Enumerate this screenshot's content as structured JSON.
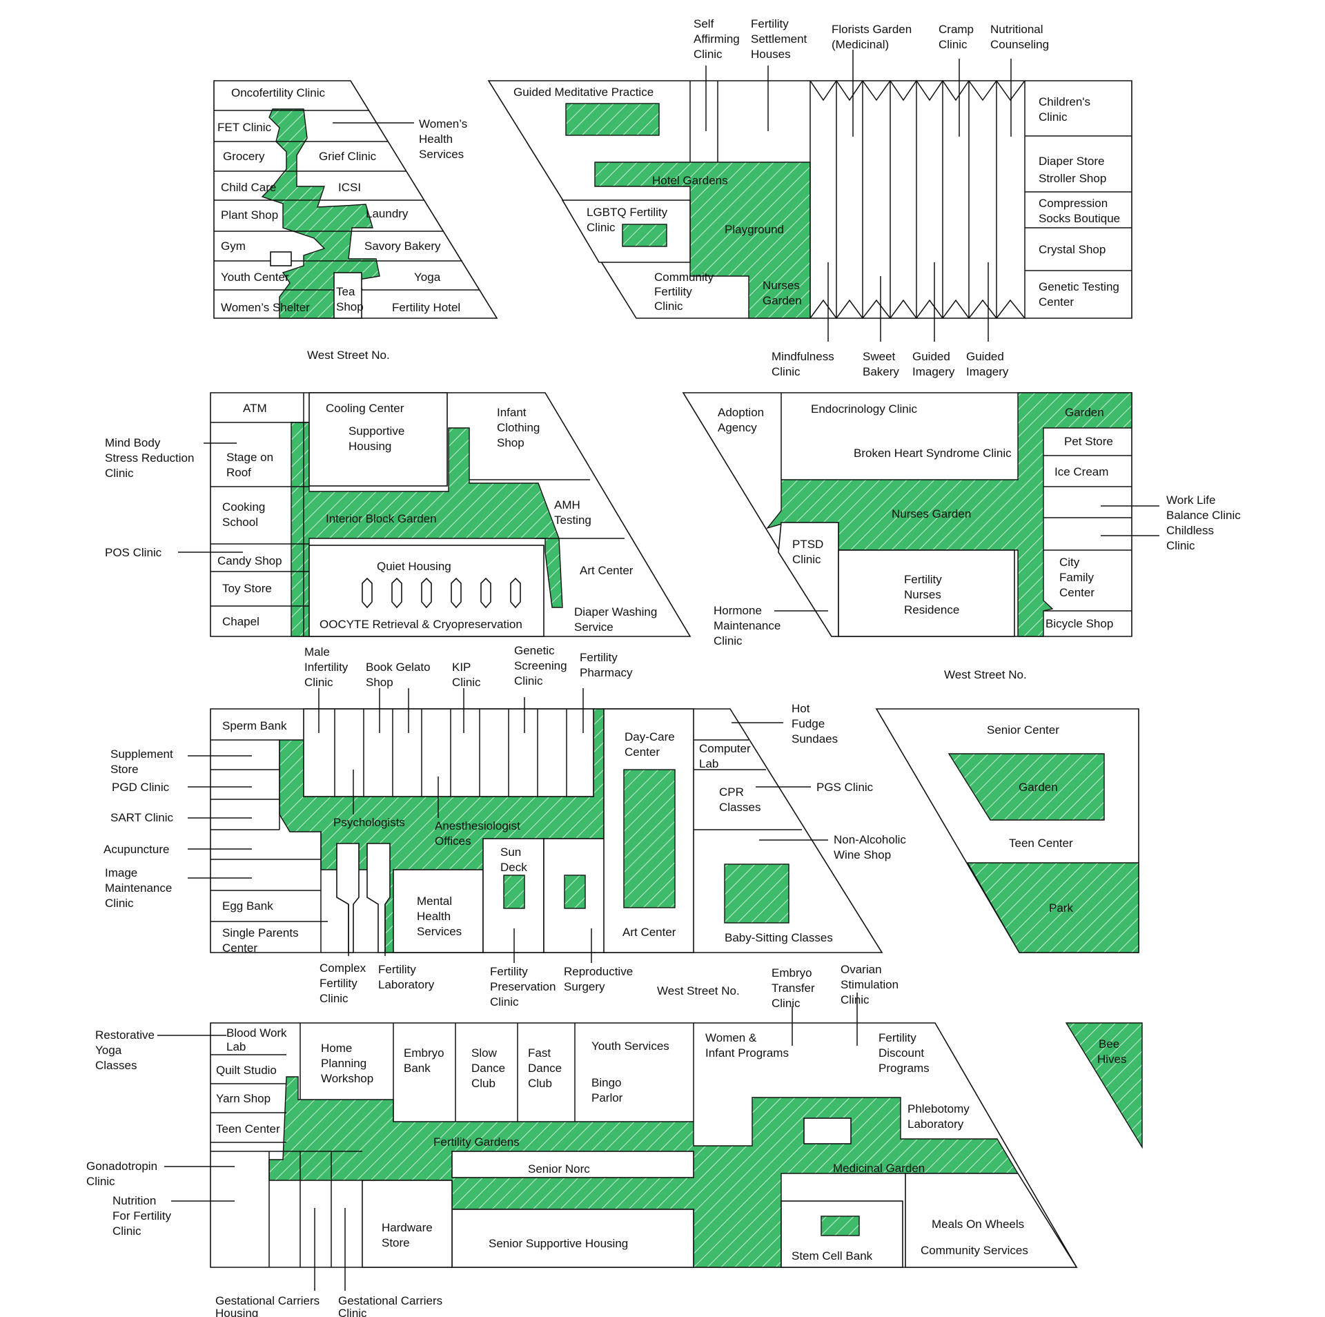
{
  "colors": {
    "garden": "#3dbb6a",
    "outline": "#111111",
    "background": "#ffffff"
  },
  "labels": {
    "b1_oncofertility": "Oncofertility Clinic",
    "b1_fet": "FET Clinic",
    "b1_grocery": "Grocery",
    "b1_grief": "Grief Clinic",
    "b1_childcare": "Child Care",
    "b1_icsi": "ICSI",
    "b1_plant": "Plant Shop",
    "b1_laundry": "Laundry",
    "b1_gym": "Gym",
    "b1_bakery": "Savory Bakery",
    "b1_youth": "Youth Center",
    "b1_yoga": "Yoga",
    "b1_tea_1": "Tea",
    "b1_tea_2": "Shop",
    "b1_shelter": "Women’s Shelter",
    "b1_hotel": "Fertility Hotel",
    "b1_whs_1": "Women’s",
    "b1_whs_2": "Health",
    "b1_whs_3": "Services",
    "street_1": "West Street No.",
    "b2_guided": "Guided Meditative Practice",
    "b2_hotelgardens": "Hotel Gardens",
    "b2_lgbtq_1": "LGBTQ Fertility",
    "b2_lgbtq_2": "Clinic",
    "b2_playground": "Playground",
    "b2_community_1": "Community",
    "b2_community_2": "Fertility",
    "b2_community_3": "Clinic",
    "b2_nurses_1": "Nurses",
    "b2_nurses_2": "Garden",
    "b2_children_1": "Children's",
    "b2_children_2": "Clinic",
    "b2_diaper": "Diaper Store",
    "b2_stroller": "Stroller Shop",
    "b2_compression_1": "Compression",
    "b2_compression_2": "Socks Boutique",
    "b2_crystal": "Crystal Shop",
    "b2_genetic_1": "Genetic Testing",
    "b2_genetic_2": "Center",
    "b2_self_1": "Self",
    "b2_self_2": "Affirming",
    "b2_self_3": "Clinic",
    "b2_settle_1": "Fertility",
    "b2_settle_2": "Settlement",
    "b2_settle_3": "Houses",
    "b2_florists_1": "Florists Garden",
    "b2_florists_2": "(Medicinal)",
    "b2_cramp_1": "Cramp",
    "b2_cramp_2": "Clinic",
    "b2_nutri_1": "Nutritional",
    "b2_nutri_2": "Counseling",
    "b2_mind_1": "Mindfulness",
    "b2_mind_2": "Clinic",
    "b2_sweet_1": "Sweet",
    "b2_sweet_2": "Bakery",
    "b2_gi1_1": "Guided",
    "b2_gi1_2": "Imagery",
    "b2_gi2_1": "Guided",
    "b2_gi2_2": "Imagery",
    "b3_atm": "ATM",
    "b3_stage_1": "Stage on",
    "b3_stage_2": "Roof",
    "b3_cooking_1": "Cooking",
    "b3_cooking_2": "School",
    "b3_candy": "Candy Shop",
    "b3_toy": "Toy Store",
    "b3_chapel": "Chapel",
    "b3_cooling": "Cooling Center",
    "b3_supportive_1": "Supportive",
    "b3_supportive_2": "Housing",
    "b3_infant_1": "Infant",
    "b3_infant_2": "Clothing",
    "b3_infant_3": "Shop",
    "b3_interior": "Interior Block Garden",
    "b3_amh_1": "AMH",
    "b3_amh_2": "Testing",
    "b3_quiet": "Quiet Housing",
    "b3_art": "Art Center",
    "b3_oocyte": "OOCYTE Retrieval & Cryopreservation",
    "b3_diaperwash_1": "Diaper Washing",
    "b3_diaperwash_2": "Service",
    "b3_mindbody_1": "Mind Body",
    "b3_mindbody_2": "Stress Reduction",
    "b3_mindbody_3": "Clinic",
    "b3_pos": "POS Clinic",
    "b4_adoption_1": "Adoption",
    "b4_adoption_2": "Agency",
    "b4_endo": "Endocrinology Clinic",
    "b4_broken": "Broken Heart Syndrome Clinic",
    "b4_garden": "Garden",
    "b4_pet": "Pet Store",
    "b4_icecream": "Ice Cream",
    "b4_nurses": "Nurses Garden",
    "b4_ptsd_1": "PTSD",
    "b4_ptsd_2": "Clinic",
    "b4_fnr_1": "Fertility",
    "b4_fnr_2": "Nurses",
    "b4_fnr_3": "Residence",
    "b4_city_1": "City",
    "b4_city_2": "Family",
    "b4_city_3": "Center",
    "b4_bicycle": "Bicycle Shop",
    "b4_work_1": "Work Life",
    "b4_work_2": "Balance Clinic",
    "b4_childless_1": "Childless",
    "b4_childless_2": "Clinic",
    "b4_hormone_1": "Hormone",
    "b4_hormone_2": "Maintenance",
    "b4_hormone_3": "Clinic",
    "street_2": "West Street No.",
    "b5_sperm": "Sperm Bank",
    "b5_egg": "Egg Bank",
    "b5_single_1": "Single Parents",
    "b5_single_2": "Center",
    "b5_psych": "Psychologists",
    "b5_anest_1": "Anesthesiologist",
    "b5_anest_2": "Offices",
    "b5_mental_1": "Mental",
    "b5_mental_2": "Health",
    "b5_mental_3": "Services",
    "b5_sun_1": "Sun",
    "b5_sun_2": "Deck",
    "b5_daycare_1": "Day-Care",
    "b5_daycare_2": "Center",
    "b5_artcenter": "Art Center",
    "b5_computer_1": "Computer",
    "b5_computer_2": "Lab",
    "b5_cpr_1": "CPR",
    "b5_cpr_2": "Classes",
    "b5_babysit": "Baby-Sitting Classes",
    "b5_male_1": "Male",
    "b5_male_2": "Infertility",
    "b5_male_3": "Clinic",
    "b5_book_1": "Book Gelato",
    "b5_book_2": "Shop",
    "b5_kip_1": "KIP",
    "b5_kip_2": "Clinic",
    "b5_genscreen_1": "Genetic",
    "b5_genscreen_2": "Screening",
    "b5_genscreen_3": "Clinic",
    "b5_pharm_1": "Fertility",
    "b5_pharm_2": "Pharmacy",
    "b5_hotfudge_1": "Hot",
    "b5_hotfudge_2": "Fudge",
    "b5_hotfudge_3": "Sundaes",
    "b5_pgs": "PGS Clinic",
    "b5_nonalc_1": "Non-Alcoholic",
    "b5_nonalc_2": "Wine Shop",
    "b5_supplement_1": "Supplement",
    "b5_supplement_2": "Store",
    "b5_pgd": "PGD Clinic",
    "b5_sart": "SART Clinic",
    "b5_acu": "Acupuncture",
    "b5_image_1": "Image",
    "b5_image_2": "Maintenance",
    "b5_image_3": "Clinic",
    "b5_complex_1": "Complex",
    "b5_complex_2": "Fertility",
    "b5_complex_3": "Clinic",
    "b5_lab_1": "Fertility",
    "b5_lab_2": "Laboratory",
    "b5_preserve_1": "Fertility",
    "b5_preserve_2": "Preservation",
    "b5_preserve_3": "Clinic",
    "b5_repro_1": "Reproductive",
    "b5_repro_2": "Surgery",
    "street_3": "West Street No.",
    "b6_senior": "Senior Center",
    "b6_garden": "Garden",
    "b6_teen": "Teen Center",
    "b6_park": "Park",
    "b7_blood_1": "Blood Work",
    "b7_blood_2": "Lab",
    "b7_quilt": "Quilt Studio",
    "b7_yarn": "Yarn Shop",
    "b7_teen": "Teen Center",
    "b7_home_1": "Home",
    "b7_home_2": "Planning",
    "b7_home_3": "Workshop",
    "b7_embryo_1": "Embryo",
    "b7_embryo_2": "Bank",
    "b7_slow_1": "Slow",
    "b7_slow_2": "Dance",
    "b7_slow_3": "Club",
    "b7_fast_1": "Fast",
    "b7_fast_2": "Dance",
    "b7_fast_3": "Club",
    "b7_youth": "Youth Services",
    "b7_bingo_1": "Bingo",
    "b7_bingo_2": "Parlor",
    "b7_women_1": "Women &",
    "b7_women_2": "Infant Programs",
    "b7_discount_1": "Fertility",
    "b7_discount_2": "Discount",
    "b7_discount_3": "Programs",
    "b7_phleb_1": "Phlebotomy",
    "b7_phleb_2": "Laboratory",
    "b7_fertgardens": "Fertility Gardens",
    "b7_seniornorc": "Senior Norc",
    "b7_medicinal": "Medicinal Garden",
    "b7_hardware_1": "Hardware",
    "b7_hardware_2": "Store",
    "b7_seniorsupp": "Senior Supportive Housing",
    "b7_stemcell": "Stem Cell Bank",
    "b7_meals": "Meals On Wheels",
    "b7_community": "Community Services",
    "b7_restor_1": "Restorative",
    "b7_restor_2": "Yoga",
    "b7_restor_3": "Classes",
    "b7_gonado_1": "Gonadotropin",
    "b7_gonado_2": "Clinic",
    "b7_nutrition_1": "Nutrition",
    "b7_nutrition_2": "For Fertility",
    "b7_nutrition_3": "Clinic",
    "b7_gchousing_1": "Gestational Carriers",
    "b7_gchousing_2": "Housing",
    "b7_gcclinic_1": "Gestational Carriers",
    "b7_gcclinic_2": "Clinic",
    "b7_embryotransfer_1": "Embryo",
    "b7_embryotransfer_2": "Transfer",
    "b7_embryotransfer_3": "Clinic",
    "b7_ovarian_1": "Ovarian",
    "b7_ovarian_2": "Stimulation",
    "b7_ovarian_3": "Clinic",
    "b7_beehives_1": "Bee",
    "b7_beehives_2": "Hives"
  }
}
